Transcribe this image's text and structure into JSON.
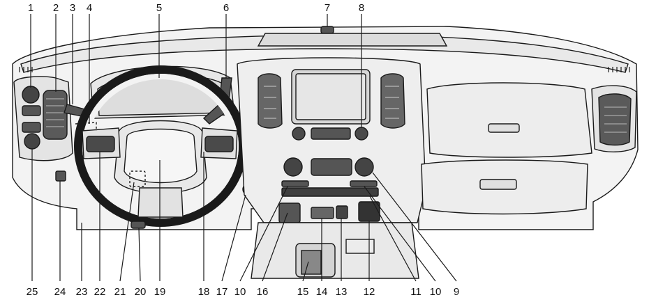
{
  "callouts": {
    "top": [
      "1",
      "2",
      "3",
      "4",
      "5",
      "6",
      "7",
      "8"
    ],
    "bottom": [
      "25",
      "24",
      "23",
      "22",
      "21",
      "20",
      "19",
      "18",
      "17",
      "10",
      "16",
      "15",
      "14",
      "13",
      "12",
      "11",
      "10",
      "9"
    ]
  },
  "colors": {
    "line": "#1a1a1a",
    "panel": "#f2f2f2",
    "panel_dark": "#d9d9d9",
    "shadow": "#bdbdbd",
    "dark": "#3a3a3a",
    "screen": "#e6e6e6"
  }
}
